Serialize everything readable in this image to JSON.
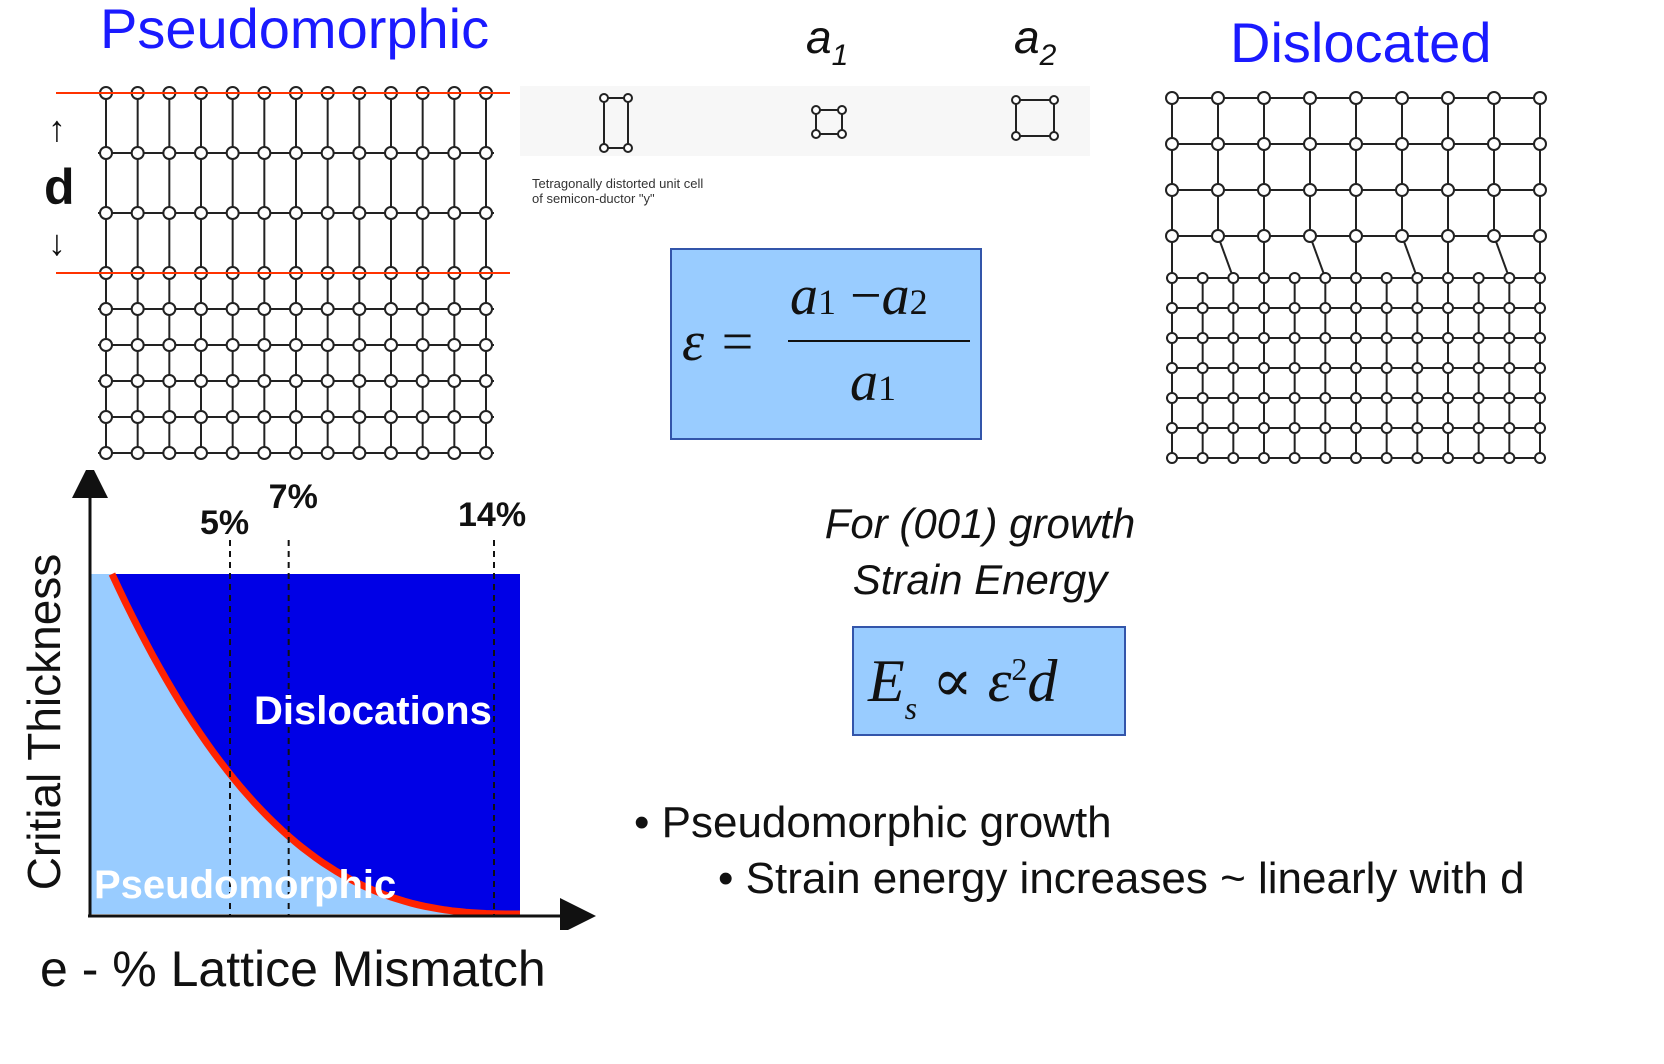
{
  "left_panel": {
    "title": "Pseudomorphic",
    "d_label": "d",
    "up_arrow": "↑",
    "down_arrow": "↓"
  },
  "right_panel": {
    "title": "Dislocated"
  },
  "lattice_params": {
    "a1": {
      "base": "a",
      "sub": "1"
    },
    "a2": {
      "base": "a",
      "sub": "2"
    }
  },
  "unit_cell_caption": "Tetragonally distorted unit cell of semicon-ductor \"y\"",
  "strain_equation": {
    "lhs": "ε =",
    "numerator_a1": "a",
    "numerator_sub1": "1",
    "minus": "−",
    "numerator_a2": "a",
    "numerator_sub2": "2",
    "denominator_a": "a",
    "denominator_sub": "1"
  },
  "energy_text": {
    "line1": "For (001) growth",
    "line2": "Strain Energy"
  },
  "energy_equation": {
    "E": "E",
    "s": "s",
    "rest": "∝ ε",
    "sup": "2",
    "d": "d"
  },
  "bullets": {
    "level1": "• Pseudomorphic growth",
    "level2": "• Strain energy increases ~ linearly with d"
  },
  "graph": {
    "y_axis_label": "Critial Thickness",
    "x_axis_label": "e - % Lattice Mismatch",
    "region_upper_label": "Dislocations",
    "region_lower_label": "Pseudomorphic",
    "markers": [
      {
        "label": "5%",
        "value": 5
      },
      {
        "label": "7%",
        "value": 7
      },
      {
        "label": "14%",
        "value": 14
      }
    ],
    "colors": {
      "upper": "#0000e6",
      "lower": "#99ccff",
      "curve": "#ff2200"
    }
  }
}
